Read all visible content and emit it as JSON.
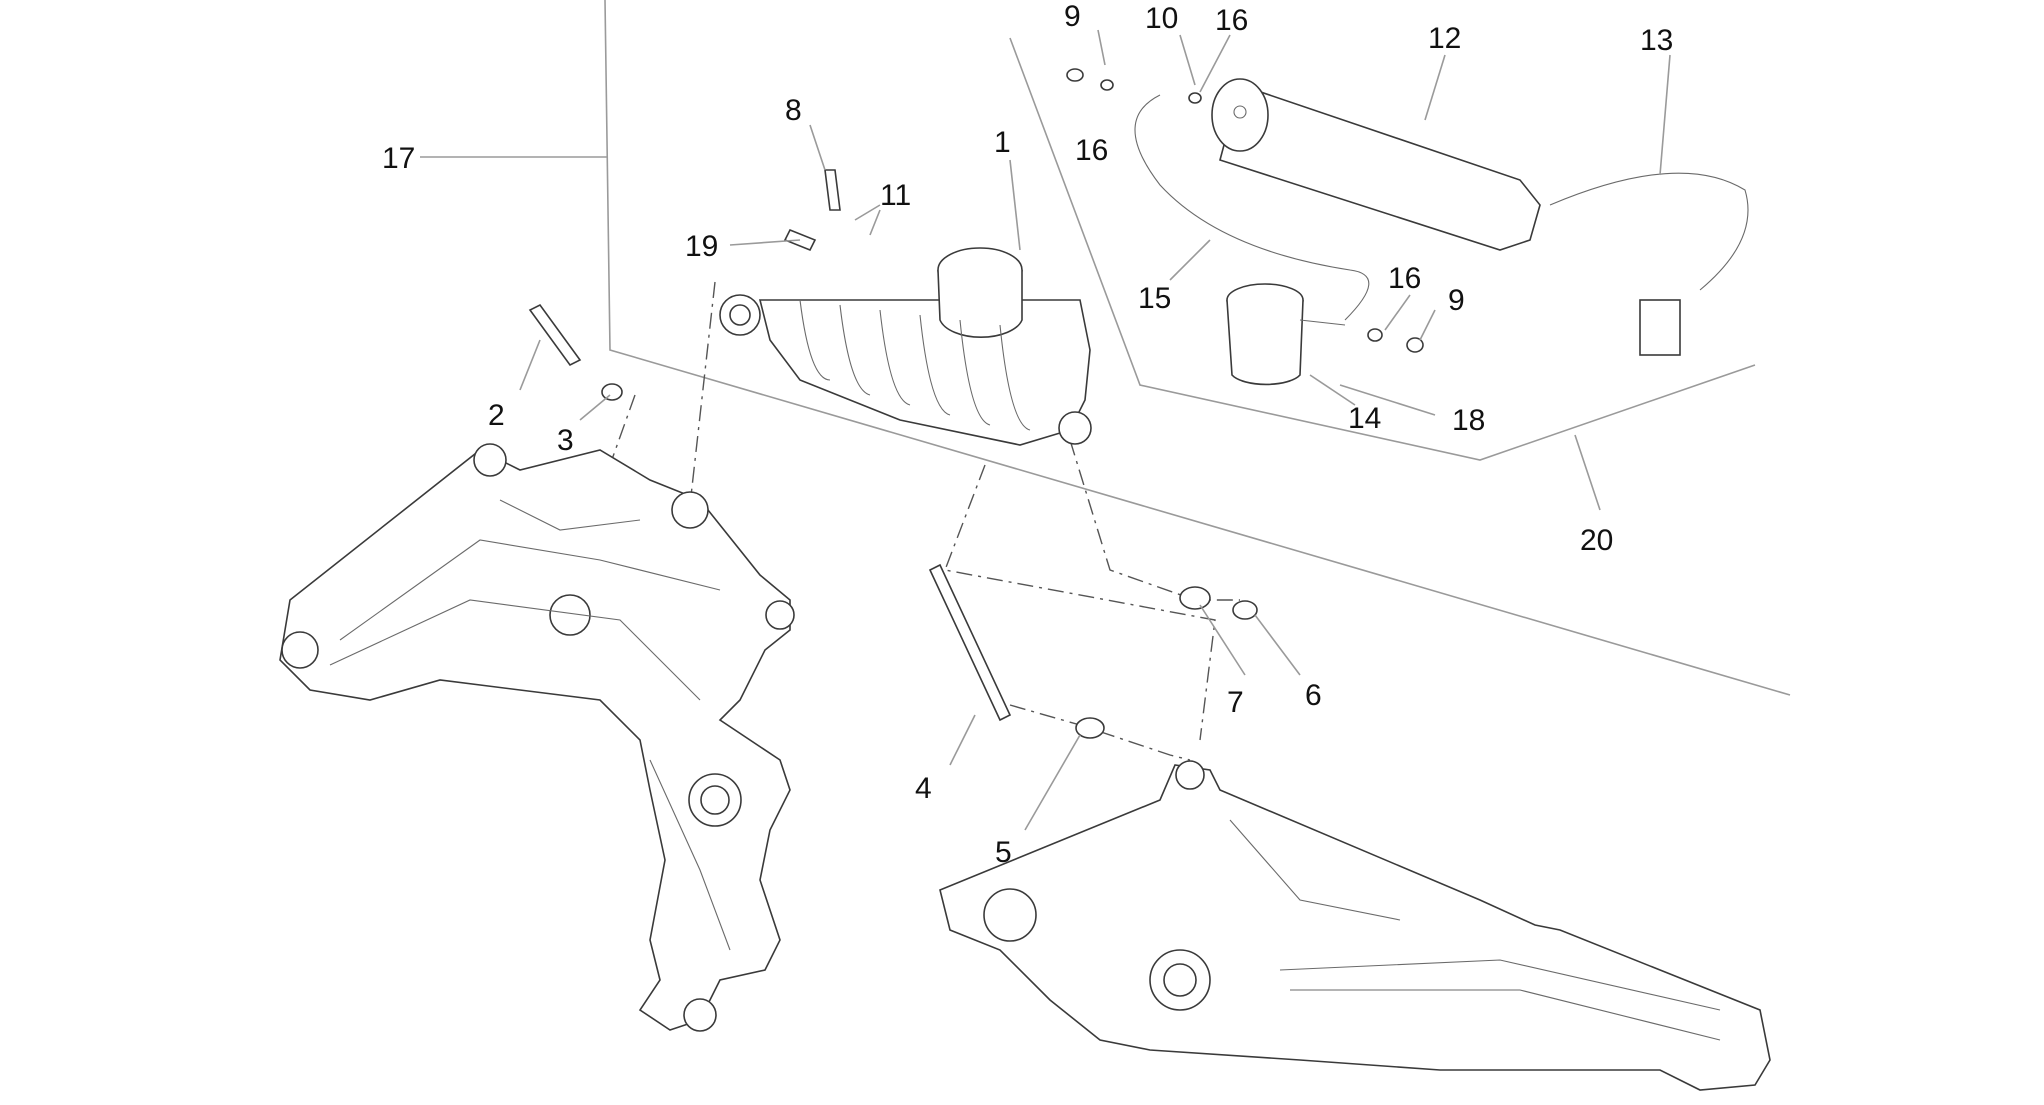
{
  "callouts": {
    "c1": "1",
    "c2": "2",
    "c3": "3",
    "c4": "4",
    "c5": "5",
    "c6": "6",
    "c7": "7",
    "c8": "8",
    "c9a": "9",
    "c9b": "9",
    "c10": "10",
    "c11": "11",
    "c12": "12",
    "c13": "13",
    "c14": "14",
    "c15": "15",
    "c16a": "16",
    "c16b": "16",
    "c16c": "16",
    "c17": "17",
    "c18": "18",
    "c19": "19",
    "c20": "20"
  }
}
